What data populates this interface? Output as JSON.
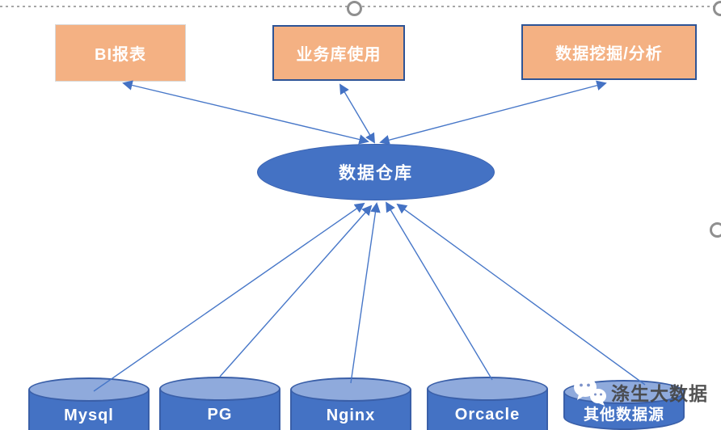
{
  "diagram": {
    "applications": [
      {
        "id": "bi",
        "label": "BI报表"
      },
      {
        "id": "biz_db",
        "label": "业务库使用"
      },
      {
        "id": "mining",
        "label": "数据挖掘/分析"
      }
    ],
    "warehouse": {
      "label": "数据仓库"
    },
    "sources": [
      {
        "id": "mysql",
        "label": "Mysql"
      },
      {
        "id": "pg",
        "label": "PG"
      },
      {
        "id": "nginx",
        "label": "Nginx"
      },
      {
        "id": "oracle",
        "label": "Orcacle"
      },
      {
        "id": "other",
        "label": "其他数据源"
      }
    ],
    "edges": [
      {
        "from": "warehouse",
        "to": "bi",
        "bidirectional": true
      },
      {
        "from": "warehouse",
        "to": "biz_db",
        "bidirectional": true
      },
      {
        "from": "warehouse",
        "to": "mining",
        "bidirectional": true
      },
      {
        "from": "mysql",
        "to": "warehouse",
        "bidirectional": false
      },
      {
        "from": "pg",
        "to": "warehouse",
        "bidirectional": false
      },
      {
        "from": "nginx",
        "to": "warehouse",
        "bidirectional": false
      },
      {
        "from": "oracle",
        "to": "warehouse",
        "bidirectional": false
      },
      {
        "from": "other",
        "to": "warehouse",
        "bidirectional": false
      }
    ]
  },
  "watermark": {
    "text": "涤生大数据",
    "icon": "wechat-icon"
  },
  "colors": {
    "app_box_fill": "#F4B183",
    "app_box_border": "#2E5496",
    "warehouse_fill": "#4472C4",
    "cylinder_body": "#4472C4",
    "cylinder_top": "#8FAADC",
    "cylinder_outline": "#3A5FA8",
    "connector": "#4472C4",
    "label_text": "#FFFFFF",
    "selection_gray": "#8F8F8F"
  }
}
